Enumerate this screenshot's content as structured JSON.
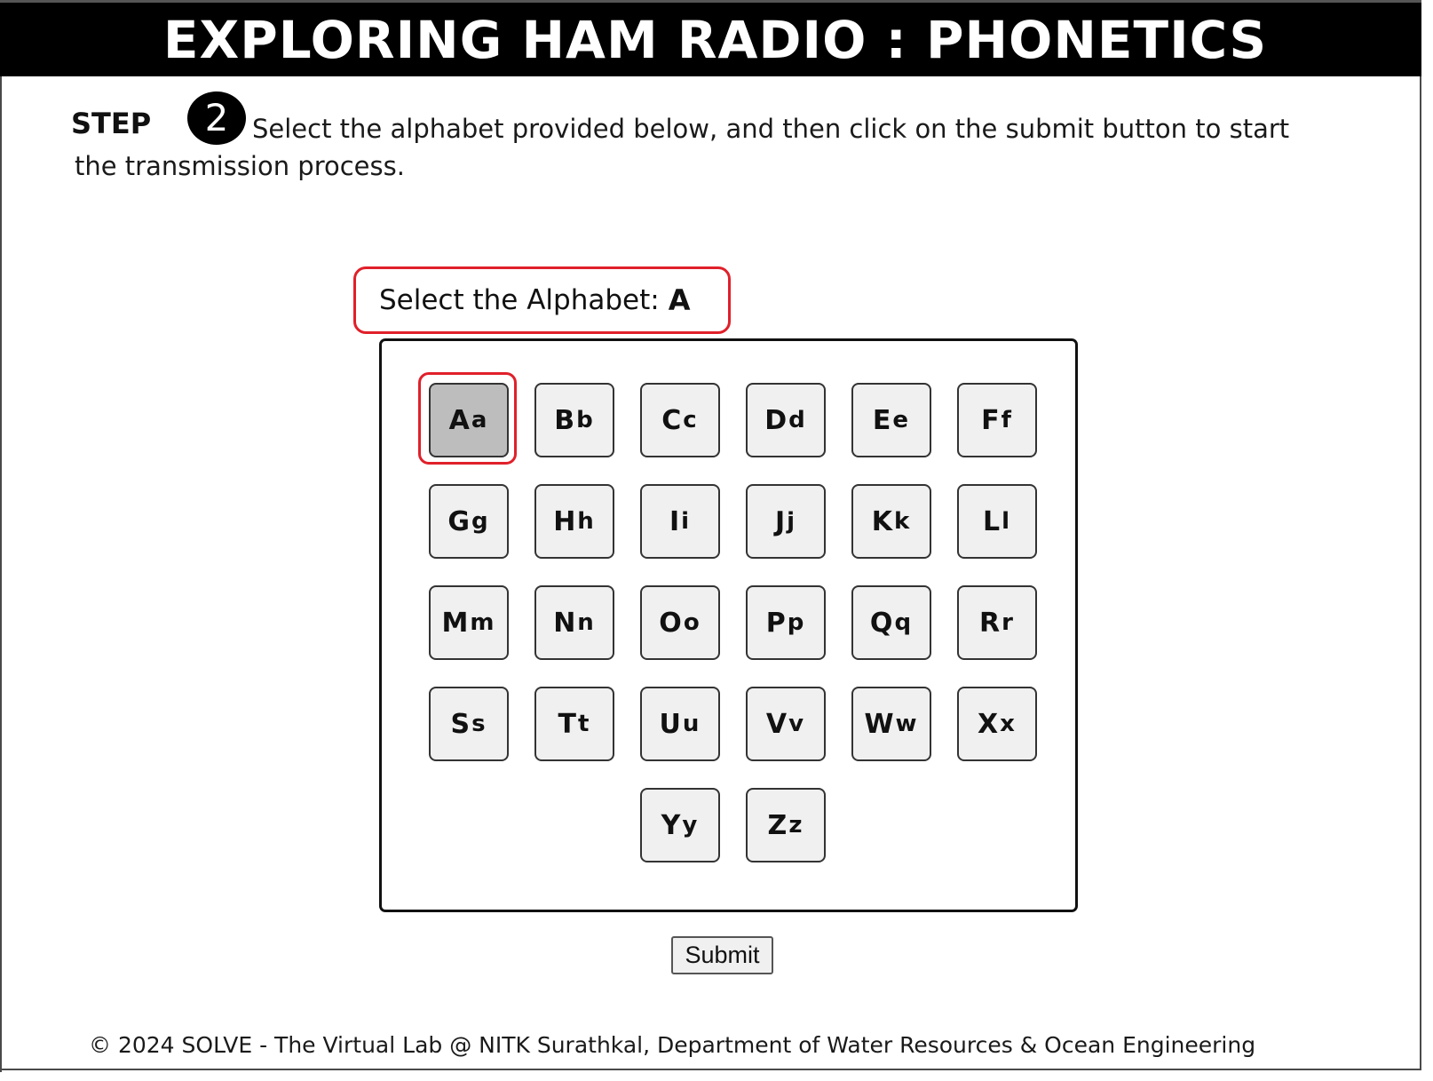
{
  "header": {
    "title": "EXPLORING HAM RADIO : PHONETICS"
  },
  "step": {
    "label": "STEP",
    "number": "2",
    "instruction": "Select the alphabet provided below, and then click on the submit button to start the transmission process."
  },
  "selection": {
    "label": "Select the Alphabet:",
    "value": "A"
  },
  "letters": [
    {
      "upper": "A",
      "lower": "a",
      "selected": true
    },
    {
      "upper": "B",
      "lower": "b"
    },
    {
      "upper": "C",
      "lower": "c"
    },
    {
      "upper": "D",
      "lower": "d"
    },
    {
      "upper": "E",
      "lower": "e"
    },
    {
      "upper": "F",
      "lower": "f"
    },
    {
      "upper": "G",
      "lower": "g"
    },
    {
      "upper": "H",
      "lower": "h"
    },
    {
      "upper": "I",
      "lower": "i"
    },
    {
      "upper": "J",
      "lower": "j"
    },
    {
      "upper": "K",
      "lower": "k"
    },
    {
      "upper": "L",
      "lower": "l"
    },
    {
      "upper": "M",
      "lower": "m"
    },
    {
      "upper": "N",
      "lower": "n"
    },
    {
      "upper": "O",
      "lower": "o"
    },
    {
      "upper": "P",
      "lower": "p"
    },
    {
      "upper": "Q",
      "lower": "q"
    },
    {
      "upper": "R",
      "lower": "r"
    },
    {
      "upper": "S",
      "lower": "s"
    },
    {
      "upper": "T",
      "lower": "t"
    },
    {
      "upper": "U",
      "lower": "u"
    },
    {
      "upper": "V",
      "lower": "v"
    },
    {
      "upper": "W",
      "lower": "w"
    },
    {
      "upper": "X",
      "lower": "x"
    },
    {
      "upper": "Y",
      "lower": "y"
    },
    {
      "upper": "Z",
      "lower": "z"
    }
  ],
  "submit": {
    "label": "Submit"
  },
  "footer": {
    "text": "© 2024 SOLVE - The Virtual Lab @ NITK Surathkal, Department of Water Resources & Ocean Engineering"
  },
  "colors": {
    "header_bg": "#000000",
    "highlight": "#e0202a",
    "selected_button": "#bdbdbd",
    "button_bg": "#f0f0f0"
  }
}
